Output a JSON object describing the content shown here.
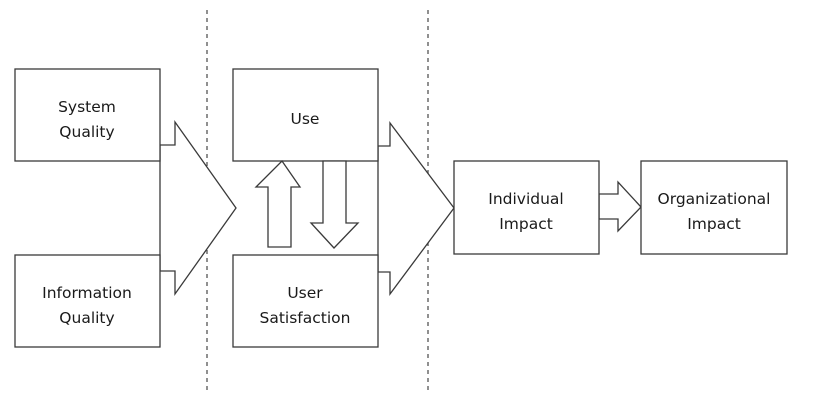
{
  "diagram": {
    "boxes": {
      "system_quality": {
        "line1": "System",
        "line2": "Quality"
      },
      "information_quality": {
        "line1": "Information",
        "line2": "Quality"
      },
      "use": {
        "line1": "Use"
      },
      "user_satisfaction": {
        "line1": "User",
        "line2": "Satisfaction"
      },
      "individual_impact": {
        "line1": "Individual",
        "line2": "Impact"
      },
      "organizational_impact": {
        "line1": "Organizational",
        "line2": "Impact"
      }
    },
    "colors": {
      "stroke": "#3a3a3a",
      "fill": "#ffffff",
      "text": "#1a1a1a"
    }
  }
}
